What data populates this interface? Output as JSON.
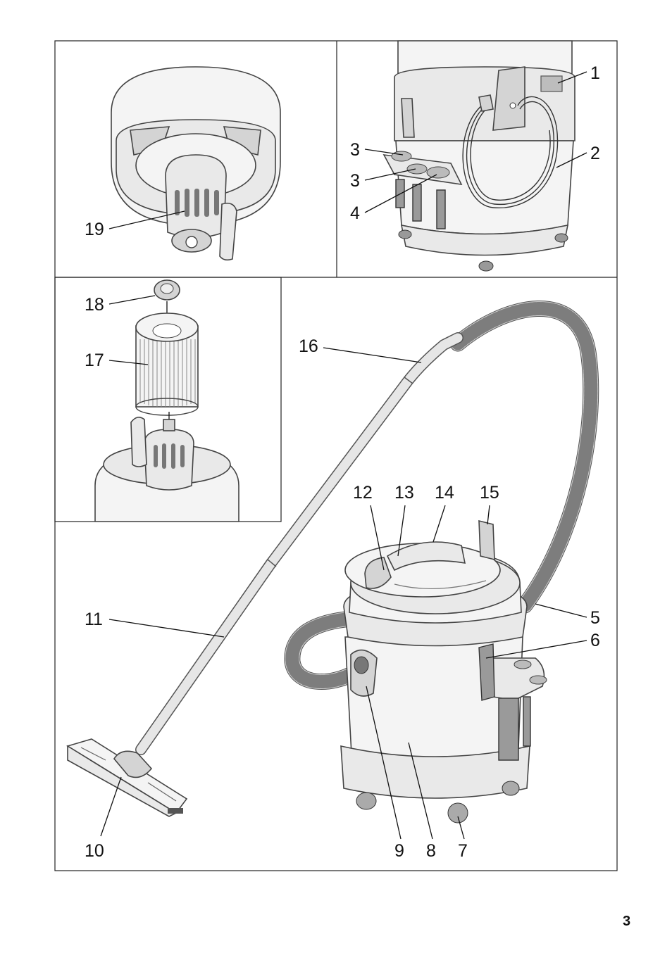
{
  "page_number": "3",
  "callouts": {
    "c1": "1",
    "c2": "2",
    "c3a": "3",
    "c3b": "3",
    "c4": "4",
    "c5": "5",
    "c6": "6",
    "c7": "7",
    "c8": "8",
    "c9": "9",
    "c10": "10",
    "c11": "11",
    "c12": "12",
    "c13": "13",
    "c14": "14",
    "c15": "15",
    "c16": "16",
    "c17": "17",
    "c18": "18",
    "c19": "19"
  }
}
